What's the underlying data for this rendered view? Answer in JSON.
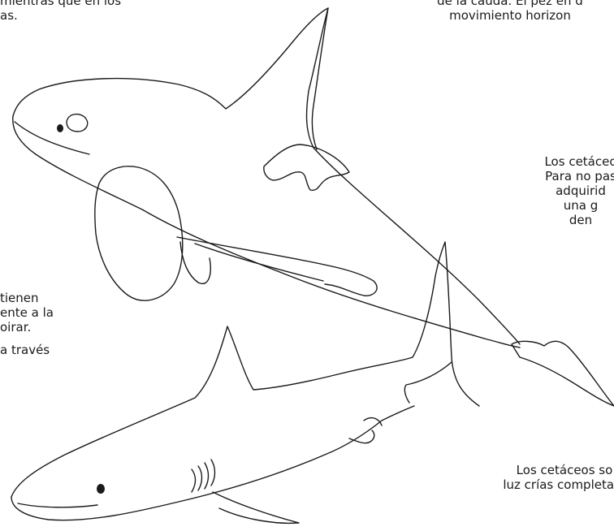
{
  "captions": {
    "top_left": [
      "mientras que en los",
      "as."
    ],
    "top_right": [
      "de la cauda. El pez en d",
      "movimiento horizon"
    ],
    "right_mid": [
      "Los cetáceo",
      "Para no pas",
      "adquirid",
      "una g",
      "den"
    ],
    "left_mid": [
      "tienen",
      "ente a la",
      "oirar.",
      "a través"
    ],
    "bottom_right": [
      "Los cetáceos so",
      "luz crías completam"
    ]
  },
  "figures": {
    "orca": "orca",
    "shark": "shark"
  }
}
